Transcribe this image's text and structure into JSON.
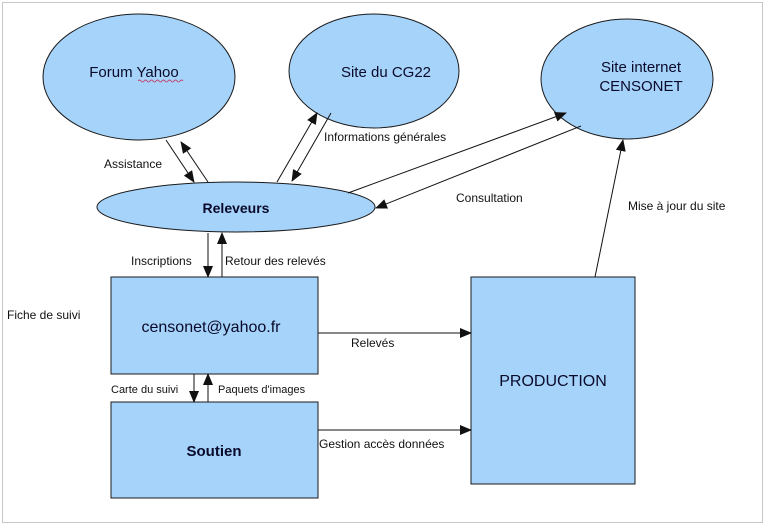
{
  "colors": {
    "node_fill": "#a6d3fa",
    "node_stroke": "#1a1a1a",
    "edge": "#111111",
    "frame": "#c6c6c6",
    "spellcheck_underline": "#c0446a"
  },
  "nodes": {
    "forum_yahoo": {
      "label": "Forum Yahoo",
      "shape": "ellipse"
    },
    "site_cg22": {
      "label": "Site du CG22",
      "shape": "ellipse"
    },
    "site_censonet": {
      "label_line1": "Site internet",
      "label_line2": "CENSONET",
      "shape": "ellipse"
    },
    "releveurs": {
      "label": "Releveurs",
      "shape": "ellipse"
    },
    "censonet_mail": {
      "label": "censonet@yahoo.fr",
      "shape": "rectangle"
    },
    "soutien": {
      "label": "Soutien",
      "shape": "rectangle"
    },
    "production": {
      "label": "PRODUCTION",
      "shape": "rectangle"
    }
  },
  "edges": {
    "assistance": {
      "label": "Assistance",
      "between": [
        "forum_yahoo",
        "releveurs"
      ],
      "bidirectional": true
    },
    "informations_generales": {
      "label": "Informations générales",
      "between": [
        "site_cg22",
        "releveurs"
      ],
      "bidirectional": true
    },
    "consultation": {
      "label": "Consultation",
      "between": [
        "releveurs",
        "site_censonet"
      ],
      "bidirectional": true
    },
    "mise_a_jour": {
      "label": "Mise à jour du site",
      "from": "production",
      "to": "site_censonet"
    },
    "inscriptions": {
      "label": "Inscriptions",
      "from": "releveurs",
      "to": "censonet_mail"
    },
    "retour_releves": {
      "label": "Retour des relevés",
      "from": "censonet_mail",
      "to": "releveurs"
    },
    "releves": {
      "label": "Relevés",
      "from": "censonet_mail",
      "to": "production"
    },
    "carte_suivi": {
      "label": "Carte du suivi",
      "from": "censonet_mail",
      "to": "soutien"
    },
    "paquets_images": {
      "label": "Paquets d'images",
      "from": "soutien",
      "to": "censonet_mail"
    },
    "gestion_acces": {
      "label": "Gestion accès données",
      "from": "soutien",
      "to": "production"
    }
  },
  "annotations": {
    "fiche_de_suivi": "Fiche de suivi"
  }
}
